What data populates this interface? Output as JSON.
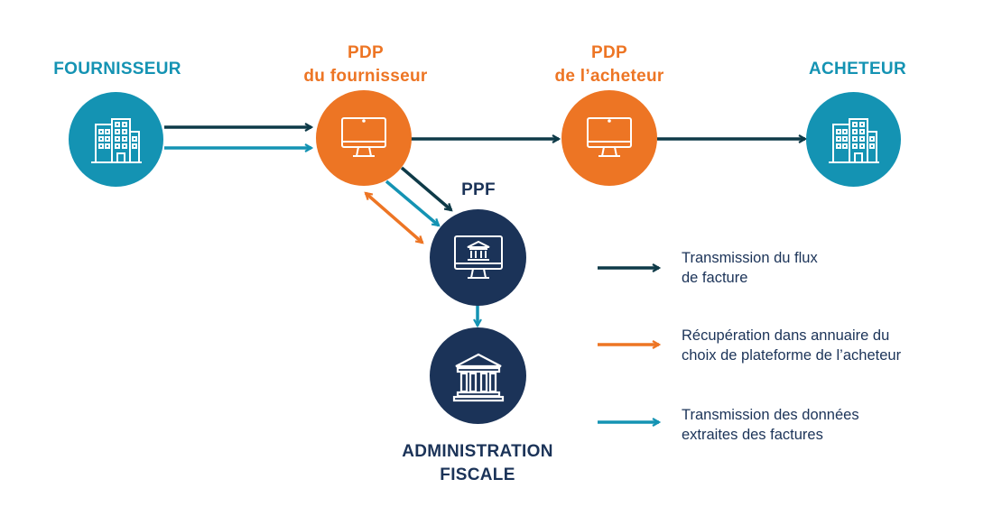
{
  "nodes": {
    "fournisseur": {
      "label": "FOURNISSEUR"
    },
    "pdp_fournisseur": {
      "line1": "PDP",
      "line2": "du fournisseur"
    },
    "pdp_acheteur": {
      "line1": "PDP",
      "line2": "de l’acheteur"
    },
    "acheteur": {
      "label": "ACHETEUR"
    },
    "ppf": {
      "label": "PPF"
    },
    "administration": {
      "line1": "ADMINISTRATION",
      "line2": "FISCALE"
    }
  },
  "legend": [
    {
      "line1": "Transmission du flux",
      "line2": "de facture",
      "color": "#0e3a48"
    },
    {
      "line1": "Récupération dans annuaire du",
      "line2": "choix de plateforme de l’acheteur",
      "color": "#ed7524"
    },
    {
      "line1": "Transmission des données",
      "line2": "extraites des factures",
      "color": "#1493b3"
    }
  ],
  "colors": {
    "teal": "#1493b3",
    "orange": "#ed7524",
    "navy": "#1b3358",
    "dark_arrow": "#0e3a48"
  },
  "icons": {
    "fournisseur": "building-icon",
    "pdp_fournisseur": "monitor-icon",
    "pdp_acheteur": "monitor-icon",
    "acheteur": "building-icon",
    "ppf": "monitor-bank-icon",
    "administration": "bank-icon"
  }
}
